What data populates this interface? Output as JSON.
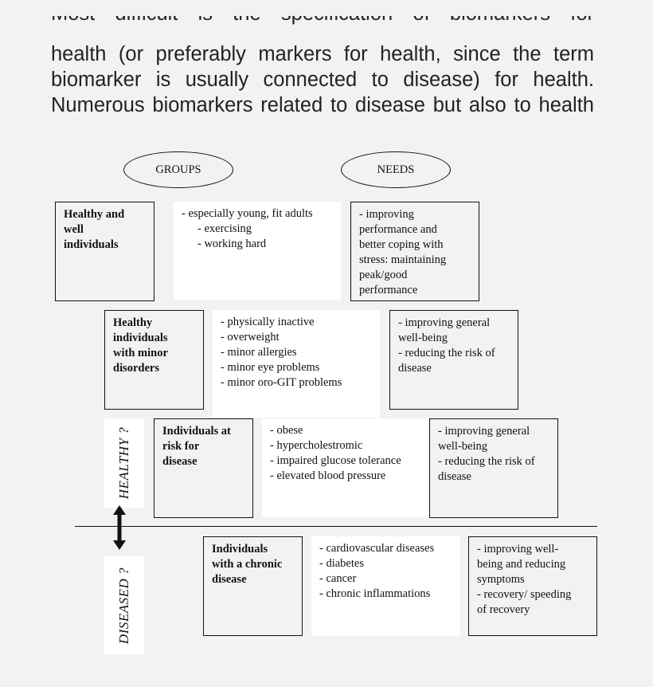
{
  "paragraph": {
    "lines": [
      "Most difficult is the specification of biomarkers for",
      "health (or preferably markers for health, since the term",
      "biomarker is usually connected to disease) for health.",
      "Numerous biomarkers related to disease but also to health"
    ]
  },
  "diagram": {
    "headers": {
      "groups": "GROUPS",
      "needs": "NEEDS"
    },
    "axis": {
      "healthy": "HEALTHY ?",
      "diseased": "DISEASED ?"
    },
    "tiers": [
      {
        "group": [
          "Healthy and",
          "well",
          "individuals"
        ],
        "examples": [
          "- especially young, fit adults",
          "- exercising",
          "- working hard"
        ],
        "needs": [
          "- improving",
          "performance and",
          "better coping with",
          "stress: maintaining",
          "peak/good",
          "performance"
        ]
      },
      {
        "group": [
          "Healthy",
          "individuals",
          "with minor",
          "disorders"
        ],
        "examples": [
          "- physically inactive",
          "- overweight",
          "- minor allergies",
          "- minor eye problems",
          "- minor oro-GIT problems"
        ],
        "needs": [
          "- improving general",
          "well-being",
          "- reducing the risk of",
          "disease"
        ]
      },
      {
        "group": [
          "Individuals at",
          "risk for",
          "disease"
        ],
        "examples": [
          "- obese",
          "- hypercholestromic",
          "- impaired glucose tolerance",
          "- elevated blood pressure"
        ],
        "needs": [
          "- improving general",
          "well-being",
          "- reducing the risk of",
          "disease"
        ]
      },
      {
        "group": [
          "Individuals",
          "with a chronic",
          "disease"
        ],
        "examples": [
          "- cardiovascular diseases",
          "- diabetes",
          "- cancer",
          "- chronic inflammations"
        ],
        "needs": [
          "- improving well-",
          "being and reducing",
          "symptoms",
          "- recovery/ speeding",
          "of recovery"
        ]
      }
    ]
  }
}
